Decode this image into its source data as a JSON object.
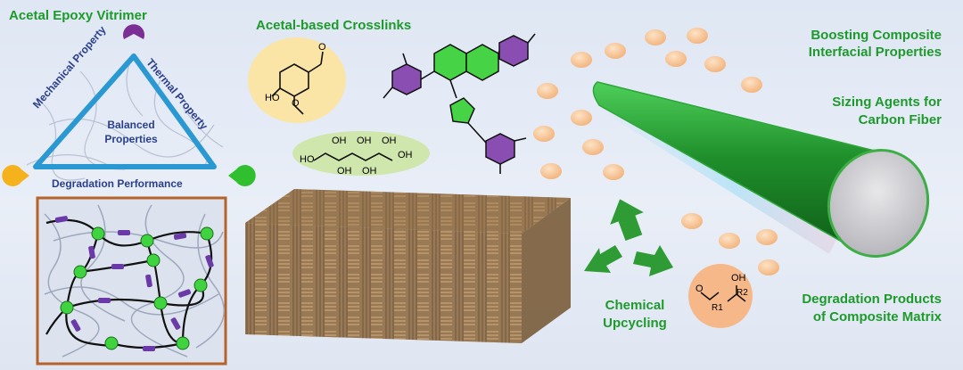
{
  "left_panel": {
    "title": "Acetal Epoxy Vitrimer",
    "side_left": "Mechanical Property",
    "side_right": "Thermal Property",
    "center_line1": "Balanced",
    "center_line2": "Properties",
    "bottom": "Degradation Performance"
  },
  "crosslinks": {
    "title": "Acetal-based Crosslinks",
    "vanillin_atoms": [
      "HO",
      "O",
      "O"
    ],
    "sorbitol_atoms": [
      "HO",
      "OH",
      "OH",
      "OH",
      "OH",
      "OH",
      "OH"
    ]
  },
  "right_panel": {
    "boost_line1": "Boosting Composite",
    "boost_line2": "Interfacial Properties",
    "sizing_line1": "Sizing Agents for",
    "sizing_line2": "Carbon Fiber",
    "degradation_line1": "Degradation Products",
    "degradation_line2": "of Composite Matrix",
    "products_atoms": [
      "O",
      "OH",
      "R1",
      "R2"
    ]
  },
  "recycle": {
    "line1": "Chemical",
    "line2": "Upcycling"
  },
  "colors": {
    "green": "#1e9a2c",
    "navy": "#2a3f8c",
    "sky": "#2a8fc8",
    "purple": "#7b3fa0",
    "bright_green": "#3fd43f",
    "peach": "#f4c08f",
    "carbon_fiber": "#2a9c35"
  }
}
